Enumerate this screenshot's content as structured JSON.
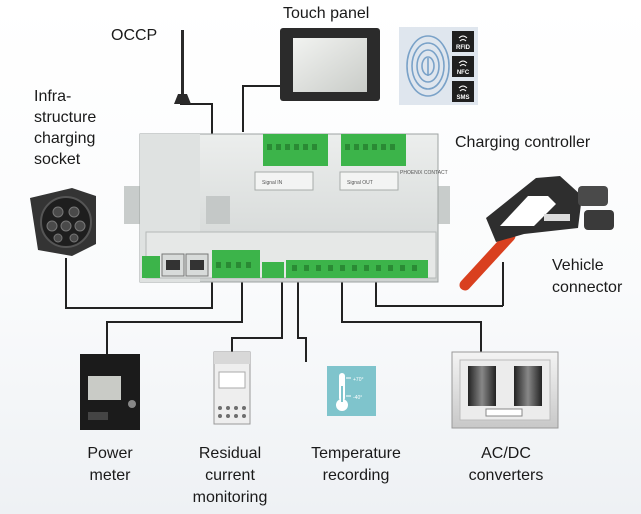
{
  "labels": {
    "occp": "OCCP",
    "touch_panel": "Touch panel",
    "infra_line1": "Infra-",
    "infra_line2": "structure",
    "infra_line3": "charging",
    "infra_line4": "socket",
    "charging_controller": "Charging controller",
    "vehicle_line1": "Vehicle",
    "vehicle_line2": "connector",
    "power_line1": "Power",
    "power_line2": "meter",
    "residual_line1": "Residual",
    "residual_line2": "current",
    "residual_line3": "monitoring",
    "temp_line1": "Temperature",
    "temp_line2": "recording",
    "acdc_line1": "AC/DC",
    "acdc_line2": "converters"
  },
  "badges": {
    "rfid": "RFID",
    "nfc": "NFC",
    "sms": "SMS"
  },
  "thermo": {
    "top": "+70°",
    "bottom": "-40°"
  },
  "controller_text": {
    "signal_in": "Signal IN",
    "signal_out": "Signal OUT",
    "brand": "PHOENIX CONTACT"
  },
  "colors": {
    "terminal_green": "#3cb44a",
    "cable_red": "#d9401f",
    "thermo_bg": "#7fc4cc"
  }
}
